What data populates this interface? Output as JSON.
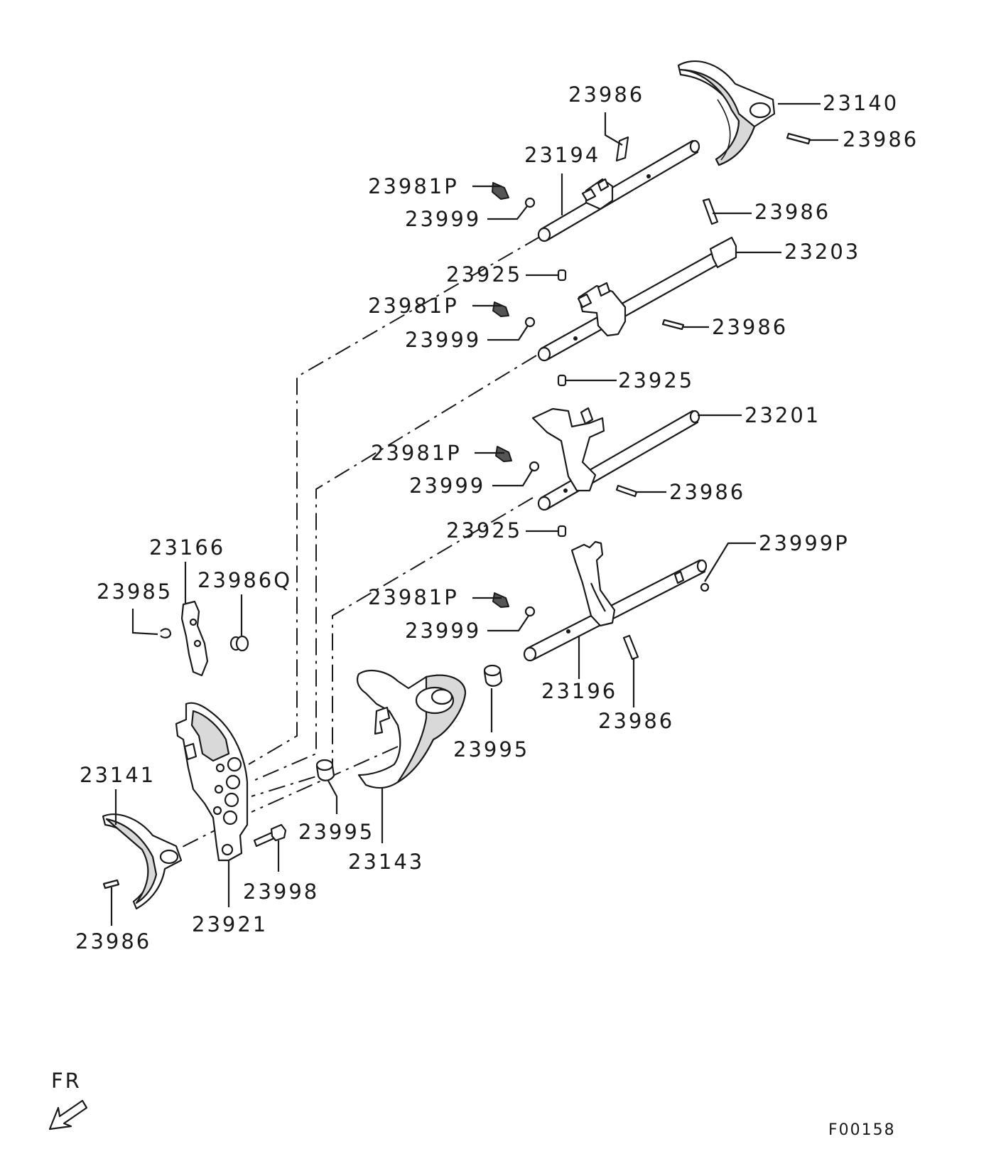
{
  "callouts": {
    "c23986_top": "23986",
    "c23140": "23140",
    "c23986_r1": "23986",
    "c23194": "23194",
    "c23981p_1": "23981P",
    "c23999_1": "23999",
    "c23986_r2": "23986",
    "c23203": "23203",
    "c23925_1": "23925",
    "c23981p_2": "23981P",
    "c23986_r3": "23986",
    "c23999_2": "23999",
    "c23925_2": "23925",
    "c23201": "23201",
    "c23981p_3": "23981P",
    "c23986_r4": "23986",
    "c23999_3": "23999",
    "c23925_3": "23925",
    "c23999p": "23999P",
    "c23166": "23166",
    "c23985": "23985",
    "c23986q": "23986Q",
    "c23981p_4": "23981P",
    "c23999_4": "23999",
    "c23196": "23196",
    "c23986_r5": "23986",
    "c23995_1": "23995",
    "c23141": "23141",
    "c23995_2": "23995",
    "c23143": "23143",
    "c23998": "23998",
    "c23921": "23921",
    "c23986_bl": "23986"
  },
  "orientation": {
    "label": "FR"
  },
  "figure_code": "F00158"
}
